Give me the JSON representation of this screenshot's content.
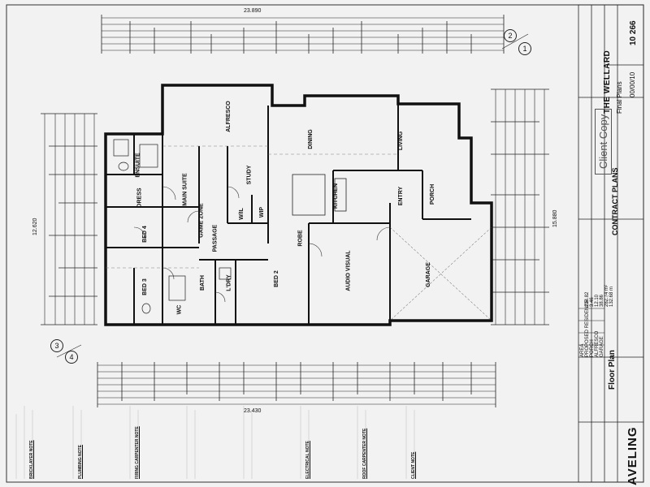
{
  "title_block": {
    "project_name": "THE WELLARD",
    "stage": "Final Plans",
    "plan_type": "CONTRACT PLANS",
    "stamp": "Client Copy",
    "job_number": "10 266",
    "revision": "00/00/10",
    "drawing_title": "Floor Plan",
    "company": "AVELING",
    "area_rows": [
      {
        "label": "AREA",
        "value": ""
      },
      {
        "label": "PROPOSED RESIDENCE",
        "value": "204.82"
      },
      {
        "label": "PORCH",
        "value": "3.46"
      },
      {
        "label": "ALFRESCO",
        "value": "12.10"
      },
      {
        "label": "GARAGE",
        "value": "38.86"
      },
      {
        "label": "",
        "value": "282.74 m²"
      },
      {
        "label": "",
        "value": "132.68 m"
      }
    ]
  },
  "rooms": {
    "alfresco": "ALFRESCO",
    "main_suite": "MAIN SUITE",
    "ensuite": "ENSUITE",
    "dress": "DRESS",
    "study": "STUDY",
    "dining": "DINING",
    "living": "LIVING",
    "kitchen": "KITCHEN",
    "entry": "ENTRY",
    "porch": "PORCH",
    "game_zone": "GAME ZONE",
    "bed4": "BED 4",
    "bed3": "BED 3",
    "bed2": "BED 2",
    "passage": "PASSAGE",
    "bath": "BATH",
    "ldry": "L'DRY",
    "wil": "W/IL",
    "wip": "WIP",
    "robe": "ROBE",
    "audio_visual": "AUDIO VISUAL",
    "garage": "GARAGE",
    "wc": "WC"
  },
  "notes": {
    "brickwork": "BRICKLAYER NOTE",
    "plumbing": "PLUMBING NOTE",
    "firing": "FIRING CARPENTER NOTE",
    "electrical": "ELECTRICAL NOTE",
    "roof": "ROOF CARPENTER NOTE",
    "client": "CLIENT NOTE"
  },
  "dimensions": {
    "top_total": "23.890",
    "bottom_total": "23.430",
    "right_total": "15.880",
    "left_total": "12.620"
  },
  "markers": {
    "m1": "1",
    "m2": "2",
    "m3": "3",
    "m4": "4"
  }
}
